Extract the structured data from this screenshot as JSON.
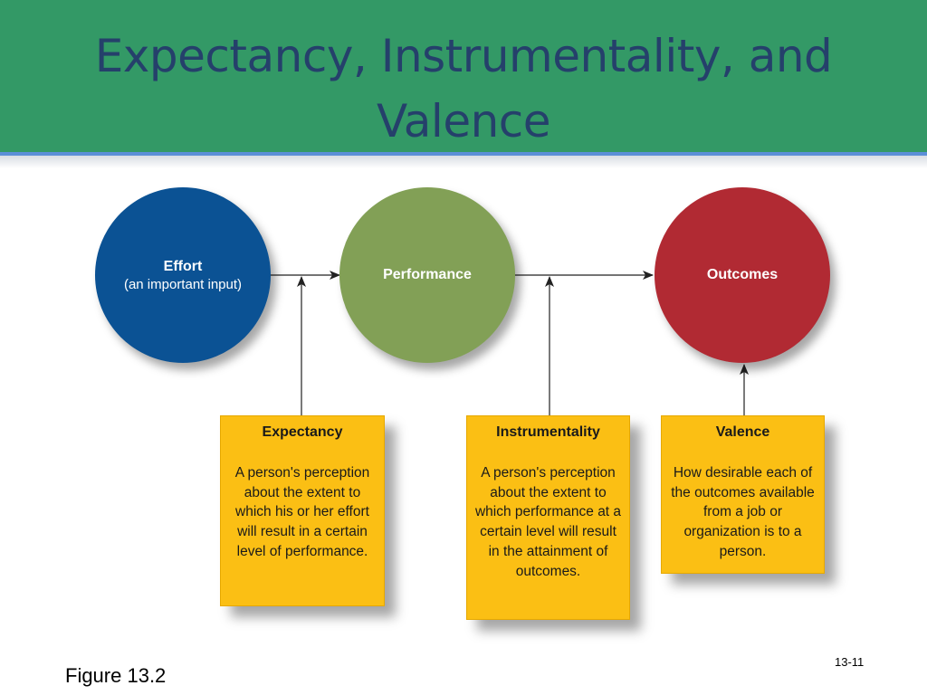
{
  "slide": {
    "title": "Expectancy, Instrumentality, and Valence",
    "figure_label": "Figure 13.2",
    "page_number": "13-11"
  },
  "diagram": {
    "effort": {
      "label": "Effort",
      "sublabel": "(an important input)",
      "color": "#0b5294"
    },
    "performance": {
      "label": "Performance",
      "color": "#82a056"
    },
    "outcomes": {
      "label": "Outcomes",
      "color": "#b12a33"
    },
    "expectancy": {
      "heading": "Expectancy",
      "body": "A person's perception about the extent to which his or her effort will result in a certain level of performance."
    },
    "instrumentality": {
      "heading": "Instrumentality",
      "body": "A person's perception about the extent to which performance at a certain level will result in the attainment of outcomes."
    },
    "valence": {
      "heading": "Valence",
      "body": "How desirable each of the outcomes available from a job or organization is to a person."
    },
    "box_color": "#fbbf14"
  }
}
